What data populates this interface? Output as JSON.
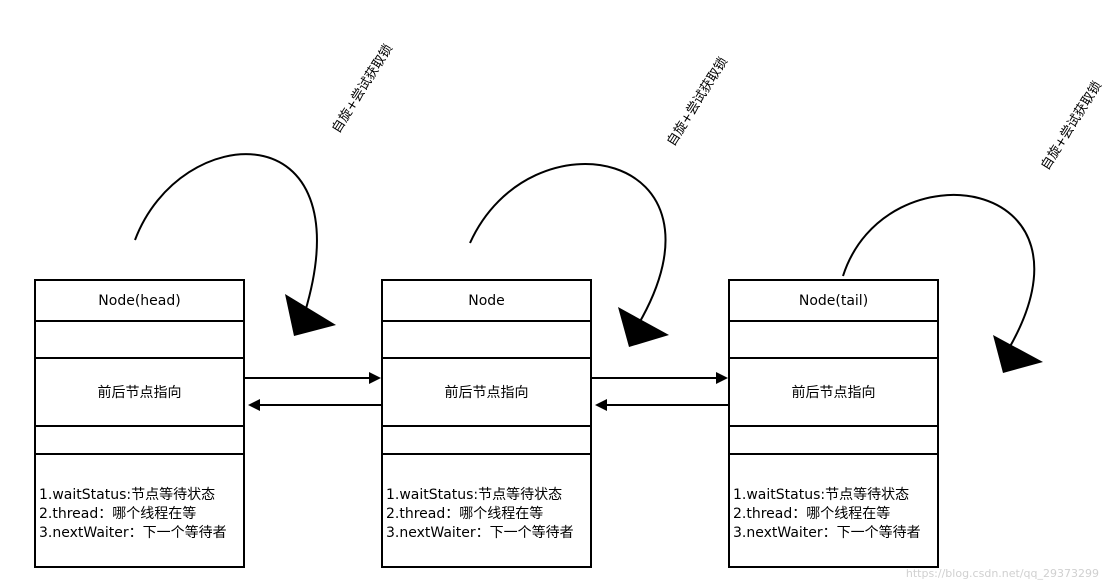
{
  "spin_label": "自旋+尝试获取锁",
  "nodes": [
    {
      "title": "Node(head)",
      "pointer_label": "前后节点指向",
      "fields": [
        "1.waitStatus:节点等待状态",
        "2.thread：哪个线程在等",
        "3.nextWaiter：下一个等待者"
      ]
    },
    {
      "title": "Node",
      "pointer_label": "前后节点指向",
      "fields": [
        "1.waitStatus:节点等待状态",
        "2.thread：哪个线程在等",
        "3.nextWaiter：下一个等待者"
      ]
    },
    {
      "title": "Node(tail)",
      "pointer_label": "前后节点指向",
      "fields": [
        "1.waitStatus:节点等待状态",
        "2.thread：哪个线程在等",
        "3.nextWaiter：下一个等待者"
      ]
    }
  ],
  "watermark": "https://blog.csdn.net/qq_29373299"
}
